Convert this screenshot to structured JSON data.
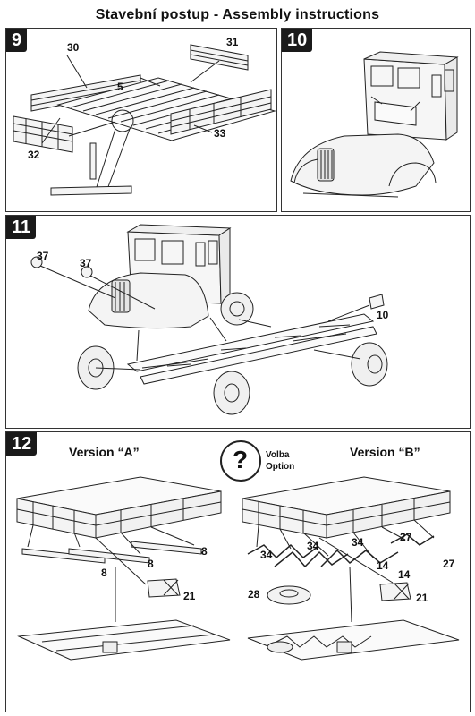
{
  "header": {
    "title": "Stavební postup - Assembly instructions"
  },
  "steps": {
    "s9": {
      "number": "9",
      "labels": {
        "p30": "30",
        "p31": "31",
        "p5": "5",
        "p32": "32",
        "p33": "33"
      }
    },
    "s10": {
      "number": "10"
    },
    "s11": {
      "number": "11",
      "labels": {
        "p37a": "37",
        "p37b": "37",
        "p10": "10"
      }
    },
    "s12": {
      "number": "12",
      "version_a": "Version “A”",
      "version_b": "Version “B”",
      "option_cz": "Volba",
      "option_en": "Option",
      "option_glyph": "?",
      "labels": {
        "a8_1": "8",
        "a8_2": "8",
        "a8_3": "8",
        "a21": "21",
        "b34_1": "34",
        "b34_2": "34",
        "b34_3": "34",
        "b27_1": "27",
        "b27_2": "27",
        "b14_1": "14",
        "b14_2": "14",
        "b28": "28",
        "b21": "21"
      }
    }
  },
  "icons": {
    "option": "question-mark-icon"
  }
}
